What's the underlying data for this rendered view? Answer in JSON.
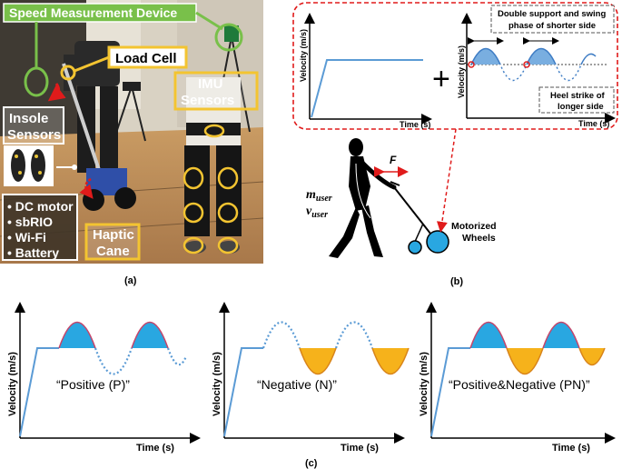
{
  "panel_a": {
    "caption": "(a)",
    "labels": {
      "speed_device": "Speed Measurement Device",
      "load_cell": "Load Cell",
      "imu": "IMU\nSensors",
      "insole": "Insole\nSensors",
      "haptic_cane": "Haptic\nCane"
    },
    "component_list": [
      "DC motor",
      "sbRIO",
      "Wi-Fi",
      "Battery"
    ]
  },
  "panel_b": {
    "caption": "(b)",
    "left_graph": {
      "xlabel": "Time (s)",
      "ylabel": "Velocity (m/s)"
    },
    "right_graph": {
      "xlabel": "Time (s)",
      "ylabel": "Velocity (m/s)"
    },
    "plus": "+",
    "annotation_top": "Double support and swing\nphase of shorter side",
    "annotation_bottom": "Heel strike of\nlonger side",
    "force_label": "F",
    "mass_label": "m",
    "mass_sub": "user",
    "vel_label": "v",
    "vel_sub": "user",
    "wheels_label": "Motorized\nWheels"
  },
  "panel_c": {
    "caption": "(c)",
    "graphs": [
      {
        "label": "“Positive (P)”",
        "xlabel": "Time (s)",
        "ylabel": "Velocity (m/s)"
      },
      {
        "label": "“Negative (N)”",
        "xlabel": "Time (s)",
        "ylabel": "Velocity (m/s)"
      },
      {
        "label": "“Positive&Negative (PN)”",
        "xlabel": "Time (s)",
        "ylabel": "Velocity (m/s)"
      }
    ]
  },
  "colors": {
    "label_green": "#79c04a",
    "label_yellow": "#f3c431",
    "dashed_red": "#e01b1b",
    "line_blue": "#5b9bd5",
    "fill_blue": "#29a7e1",
    "fill_orange": "#f6b21b"
  }
}
